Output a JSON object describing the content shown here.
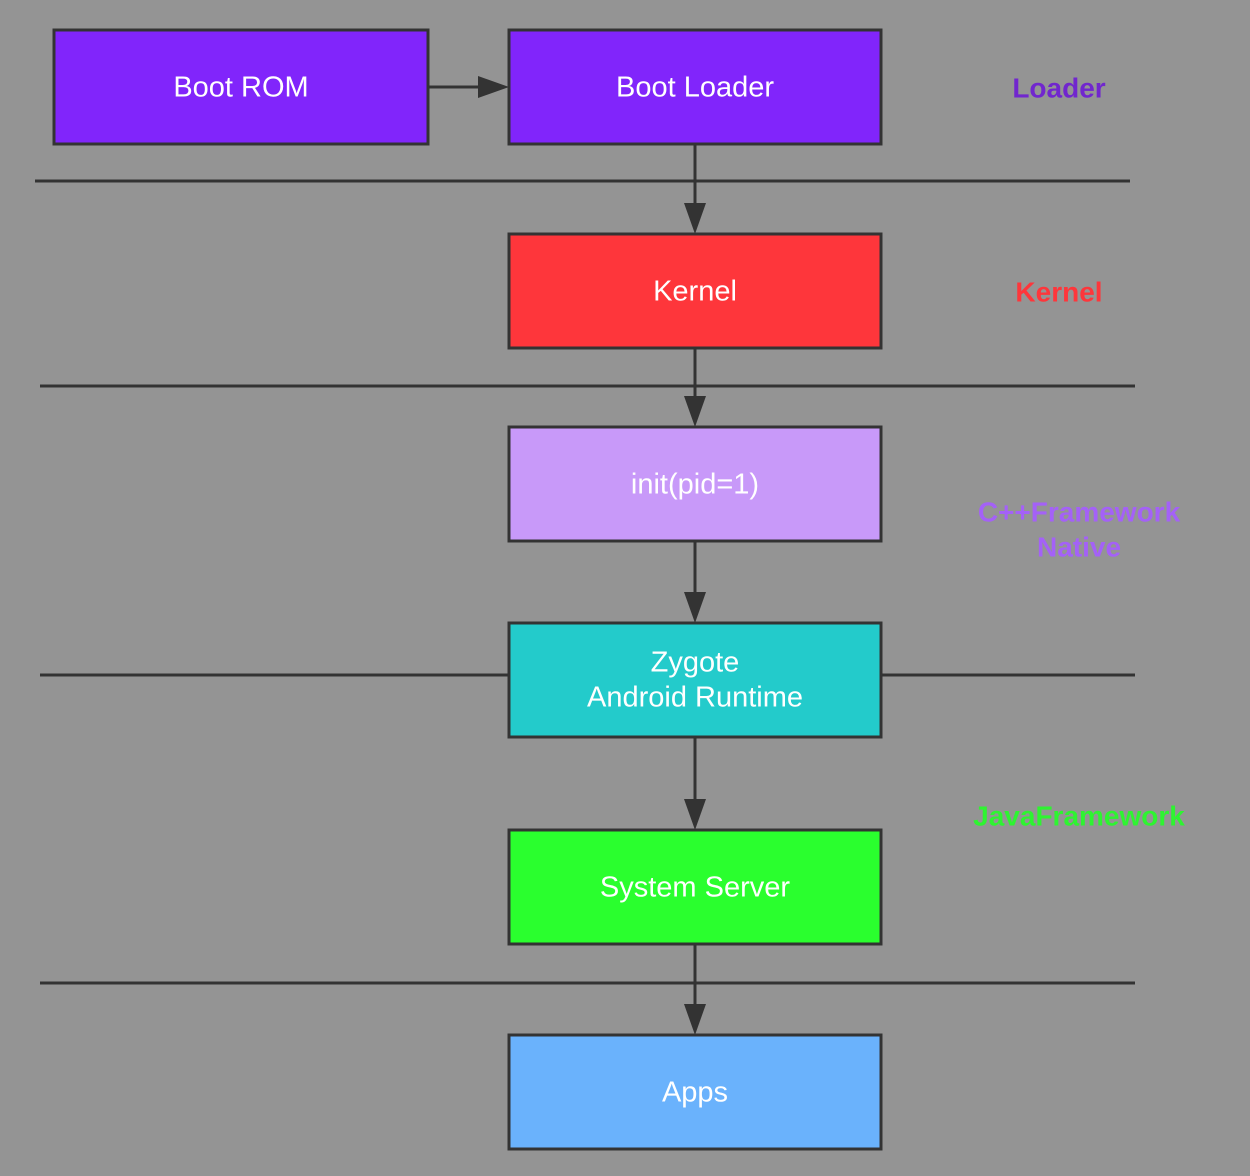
{
  "boxes": {
    "boot_rom": {
      "label": "Boot ROM",
      "color": "#8125fb"
    },
    "boot_loader": {
      "label": "Boot Loader",
      "color": "#8125fb"
    },
    "kernel": {
      "label": "Kernel",
      "color": "#fe363b"
    },
    "init": {
      "label": "init(pid=1)",
      "color": "#c899f9"
    },
    "zygote": {
      "label_line1": "Zygote",
      "label_line2": "Android Runtime",
      "color": "#23cbcb"
    },
    "system_server": {
      "label": "System Server",
      "color": "#2aff2e"
    },
    "apps": {
      "label": "Apps",
      "color": "#6ab2fc"
    }
  },
  "layers": {
    "loader": {
      "label": "Loader",
      "color": "#7126ce"
    },
    "kernel": {
      "label": "Kernel",
      "color": "#fe363b"
    },
    "cpp_framework": {
      "label_line1": "C++Framework",
      "label_line2": "Native",
      "color": "#a461f7"
    },
    "java_framework": {
      "label": "JavaFramework",
      "color": "#2ef431"
    }
  },
  "colors": {
    "background": "#949494",
    "lines": "#333333",
    "box_text": "#ffffff"
  }
}
